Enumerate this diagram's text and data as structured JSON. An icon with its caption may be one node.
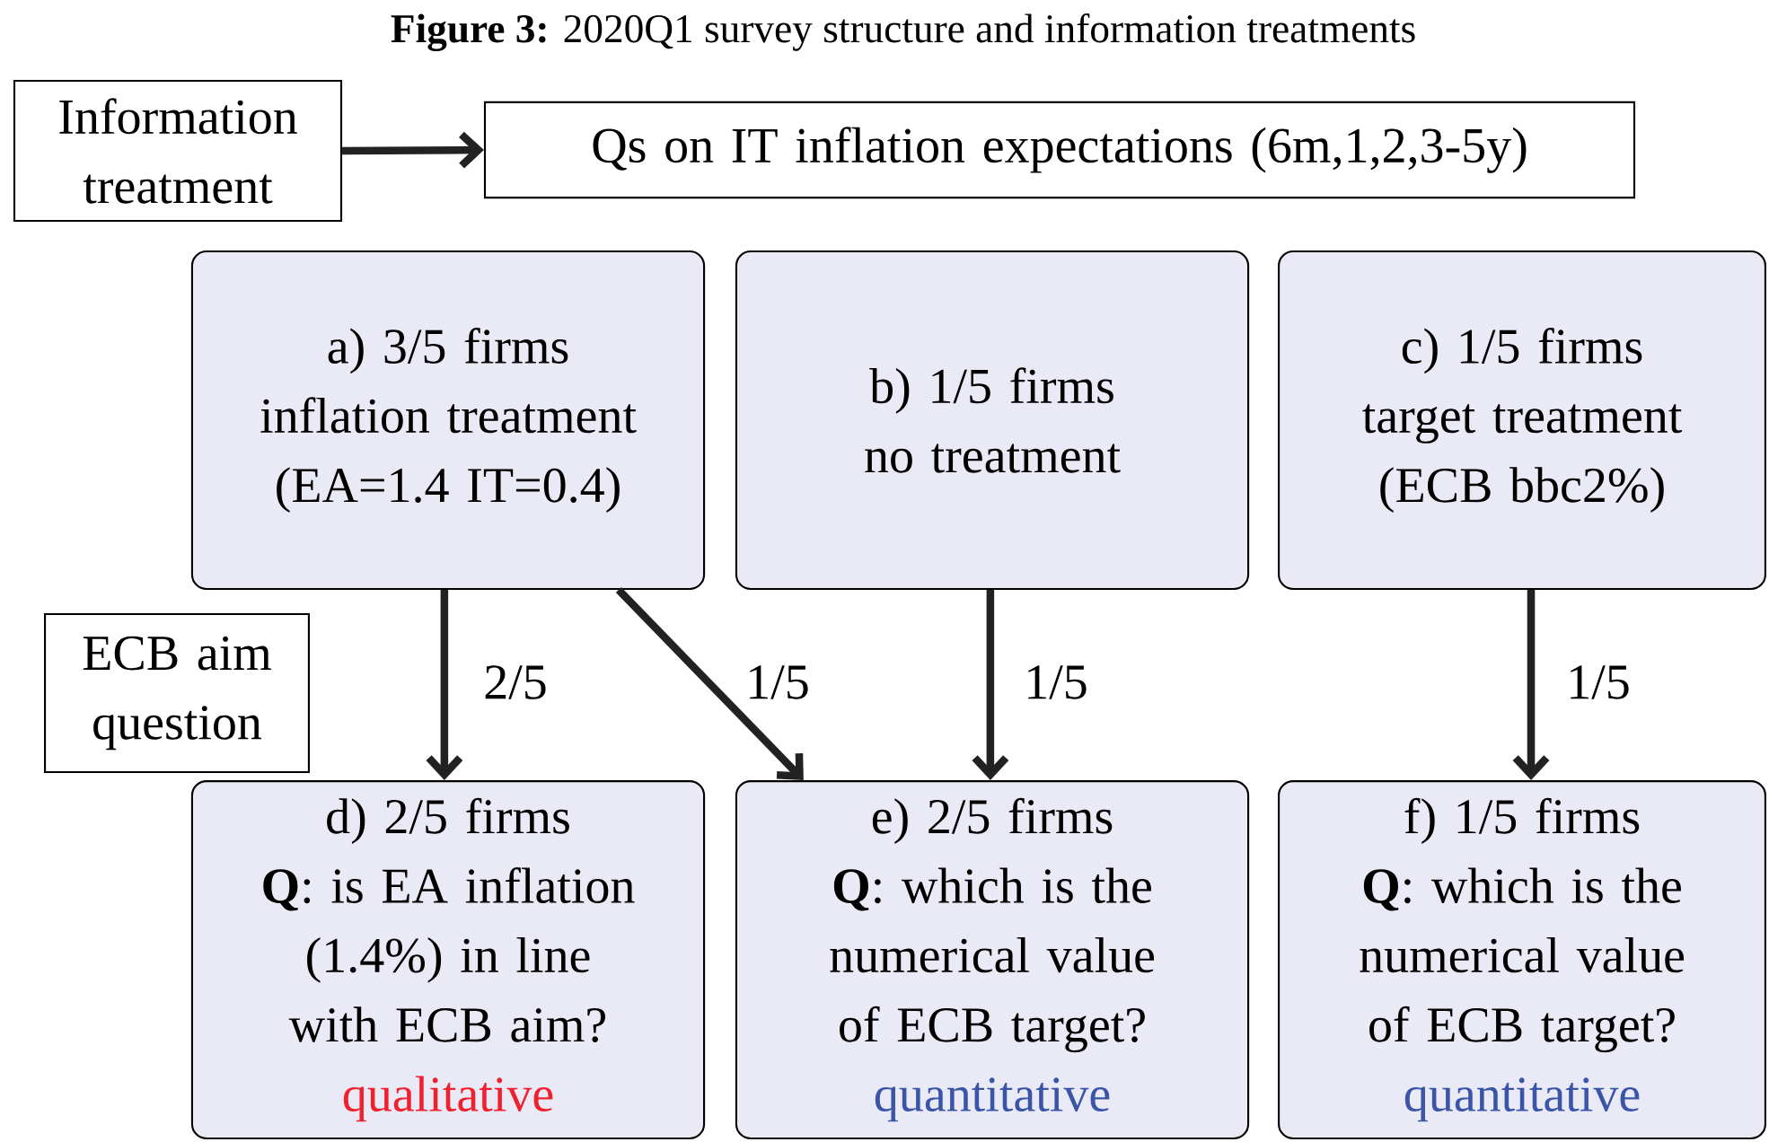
{
  "diagram": {
    "title": "**Figure 3:** 2020Q1 survey structure and information treatments",
    "nodes": [
      {
        "text": [
          "Information treatment"
        ]
      },
      {
        "text": [
          "Qs on IT inflation expectations (6m,1,2,3-5y)"
        ]
      },
      {
        "text": [
          "a) 3/5 firms",
          "inflation treatment",
          "(EA=1.4 IT=0.4)"
        ]
      },
      {
        "text": [
          "b) 1/5 firms",
          "no treatment"
        ]
      },
      {
        "text": [
          "c) 1/5 firms",
          "target treatment",
          "(ECB bbc2%)"
        ]
      },
      {
        "text": [
          "ECB aim question"
        ]
      },
      {
        "text": [
          "d) 2/5 firms",
          "**Q**: is EA inflation (1.4%) in line with ECB aim?",
          "qualitative"
        ]
      },
      {
        "text": [
          "e) 2/5 firms",
          "**Q**: which is the numerical value of ECB target?",
          "quantitative"
        ]
      },
      {
        "text": [
          "f) 1/5 firms",
          "**Q**: which is the numerical value of ECB target?",
          "quantitative"
        ]
      }
    ],
    "edges": [
      {
        "from": 0,
        "to": 1,
        "arrow": "to"
      },
      {
        "from": 2,
        "to": 6,
        "arrow": "to",
        "label": "2/5"
      },
      {
        "from": 2,
        "to": 7,
        "arrow": "to",
        "label": "1/5"
      },
      {
        "from": 3,
        "to": 7,
        "arrow": "to",
        "label": "1/5"
      },
      {
        "from": 4,
        "to": 8,
        "arrow": "to",
        "label": "1/5"
      }
    ]
  }
}
